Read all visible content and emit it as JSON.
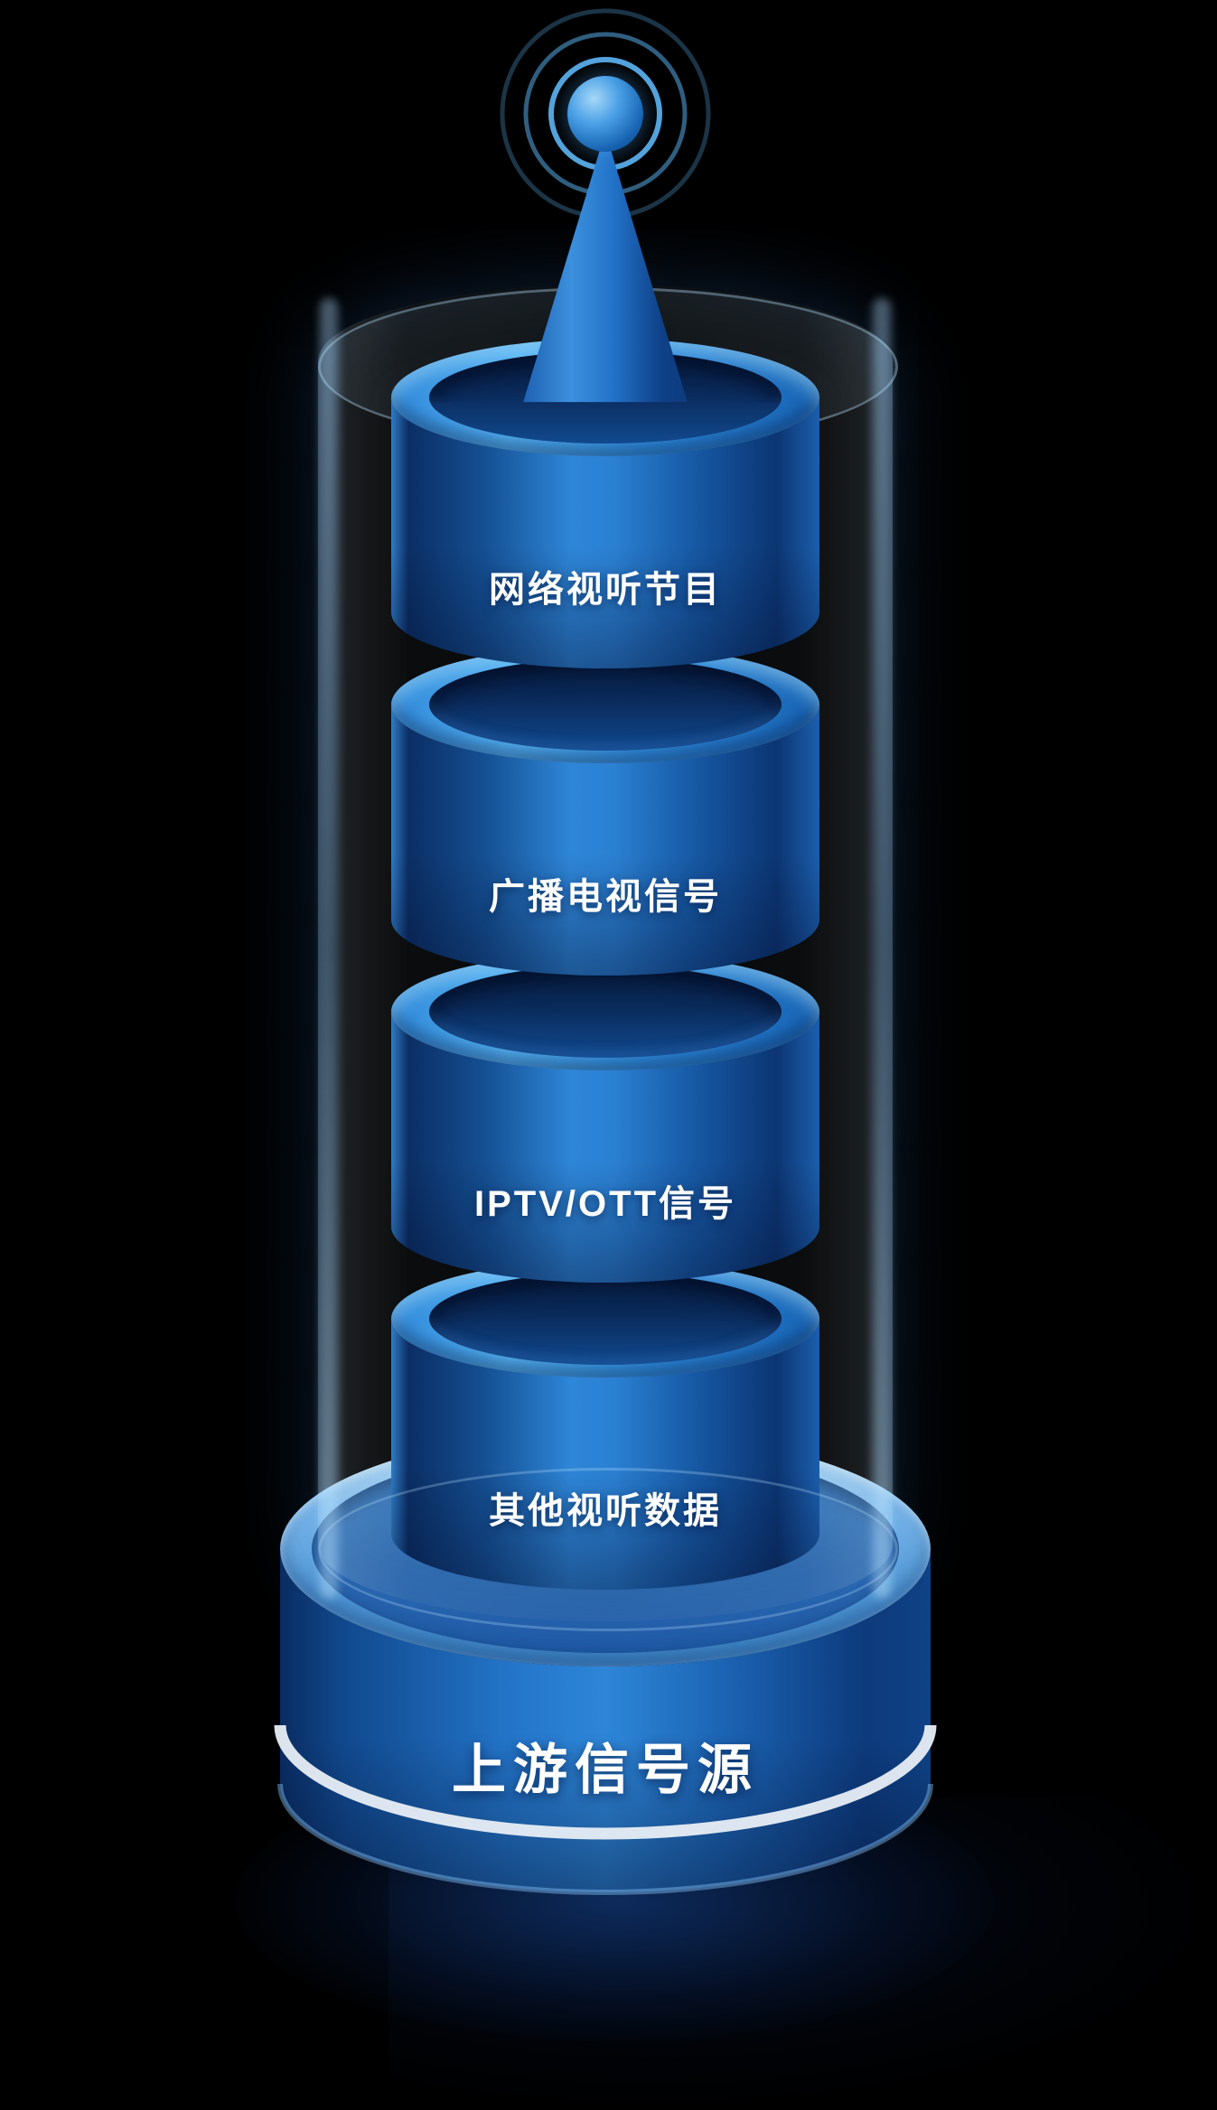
{
  "diagram": {
    "title": "上游信号源",
    "antenna": {
      "tip_icon": "antenna-tip",
      "waves_icon": "signal-waves",
      "cone_icon": "antenna-cone"
    },
    "layers": [
      {
        "label": "网络视听节目"
      },
      {
        "label": "广播电视信号"
      },
      {
        "label": "IPTV/OTT信号"
      },
      {
        "label": "其他视听数据"
      }
    ],
    "base": {
      "label": "上游信号源"
    }
  },
  "colors": {
    "background": "#000000",
    "cylinder_dark": "#0b2e64",
    "cylinder_bright": "#2e86d8",
    "rim_highlight": "#55b2f2",
    "hole_dark": "#081f44",
    "base_top_light": "#7ab5e6",
    "stripe_white": "#e8eef6",
    "glow_blue": "#58ace8",
    "text": "#ffffff"
  }
}
